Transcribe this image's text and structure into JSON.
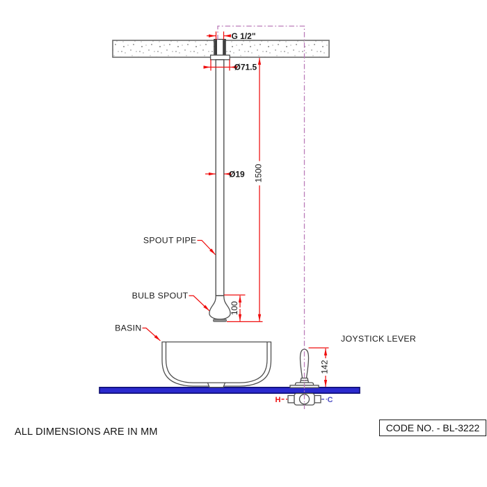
{
  "footer": {
    "units_note": "ALL DIMENSIONS ARE IN MM",
    "code_label": "CODE NO. - BL-3222"
  },
  "diagram": {
    "type": "installation-drawing",
    "subject": "Ceiling mounted bulb spout with basin and joystick lever mixer",
    "component_labels": {
      "spout_pipe": "SPOUT PIPE",
      "bulb_spout": "BULB SPOUT",
      "basin": "BASIN",
      "joystick_lever": "JOYSTICK LEVER"
    },
    "dimensions": {
      "thread_size": "G 1/2\"",
      "flange_diameter": "Ø71.5",
      "pipe_diameter": "Ø19",
      "pipe_length": "1500",
      "spout_height": "100",
      "lever_height": "142"
    },
    "ports": {
      "hot": "H",
      "cold": "C"
    },
    "colors": {
      "dimension_red": "#ef0d0d",
      "centerline_magenta": "#bb7cba",
      "counter_blue": "#2b2ace",
      "counter_border": "#0d0d70",
      "cold_blue": "#4e4ec4",
      "line_gray": "#4f4f4f",
      "text_dark": "#1a1a1a"
    }
  }
}
